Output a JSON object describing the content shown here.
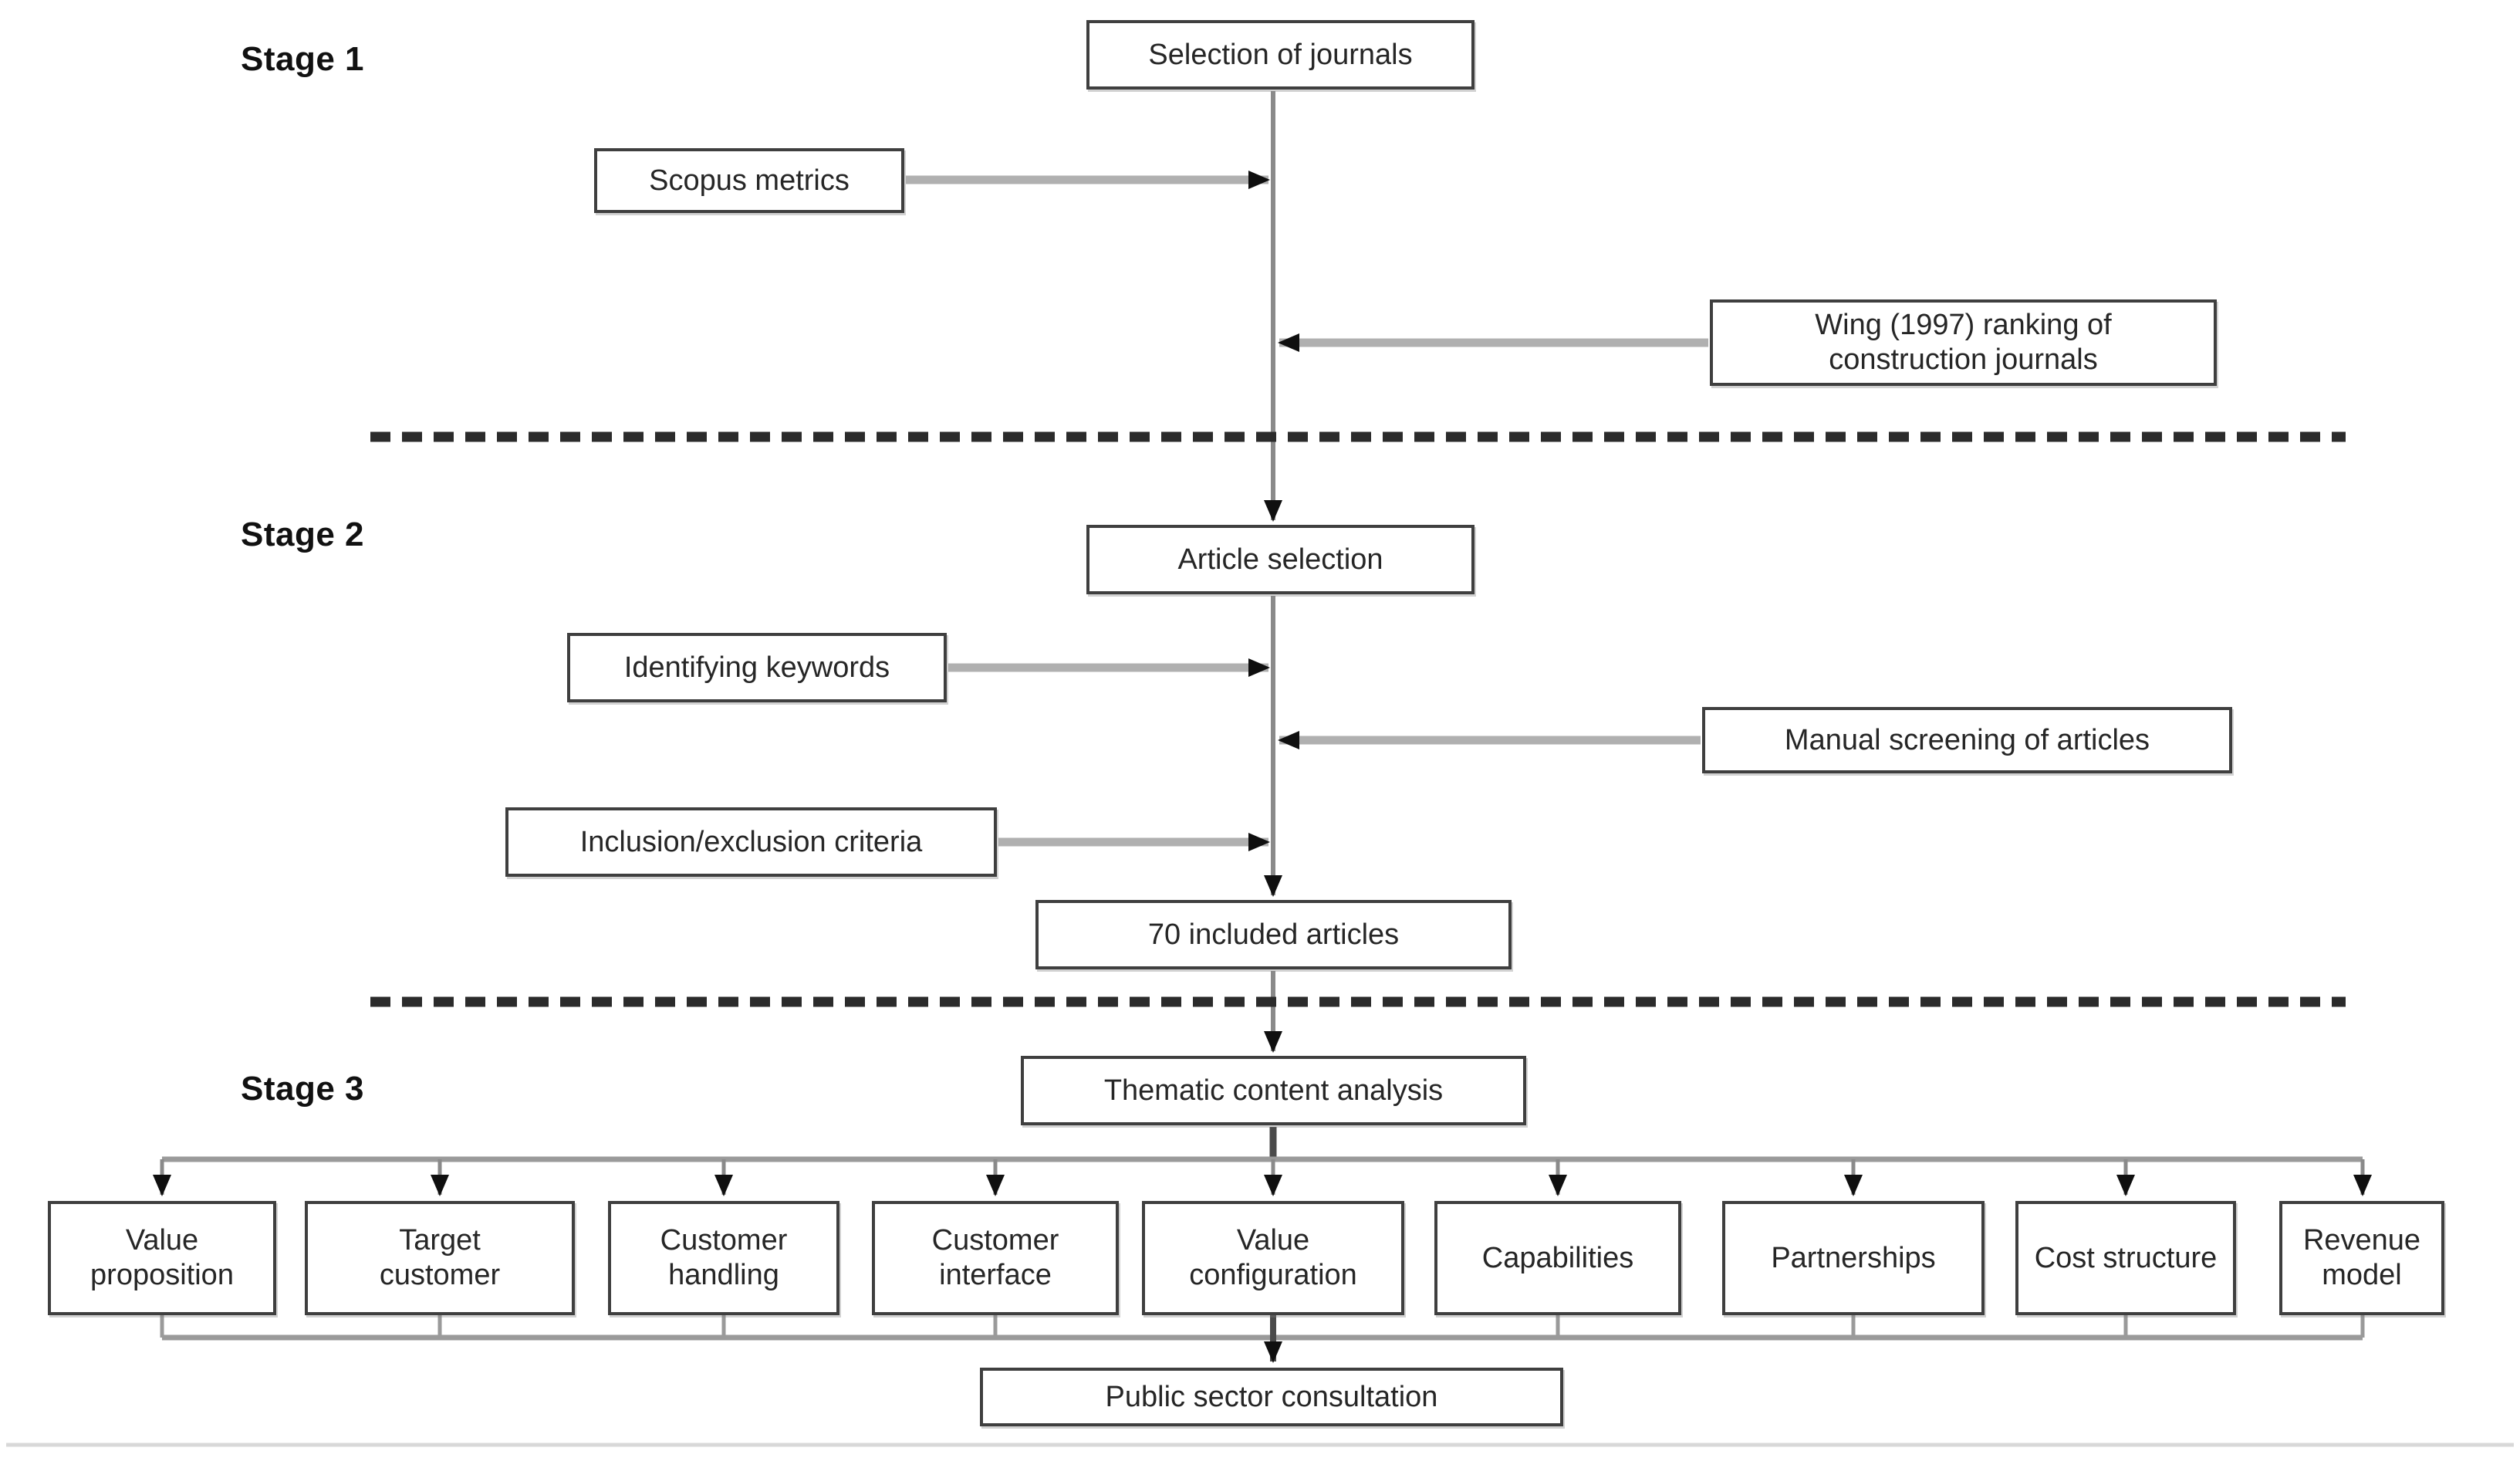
{
  "figure": {
    "stage_labels": [
      "Stage 1",
      "Stage 2",
      "Stage 3"
    ],
    "nodes": {
      "selection_of_journals": "Selection of journals",
      "scopus_metrics": "Scopus metrics",
      "wing_ranking": "Wing (1997) ranking of construction journals",
      "article_selection": "Article selection",
      "identifying_keywords": "Identifying keywords",
      "manual_screening": "Manual screening of articles",
      "inclusion_exclusion_criteria": "Inclusion/exclusion criteria",
      "included_articles": "70 included articles",
      "thematic_content_analysis": "Thematic content analysis",
      "public_sector_consultation": "Public sector consultation"
    },
    "themes": [
      "Value proposition",
      "Target customer",
      "Customer handling",
      "Customer interface",
      "Value configuration",
      "Capabilities",
      "Partnerships",
      "Cost structure",
      "Revenue model"
    ],
    "colors": {
      "box_border": "#3f3f3f",
      "side_connector": "#b0b0b0",
      "spine": "#8a8a8a",
      "arrowhead": "#0f0f0f",
      "dashed_divider": "#2b2b2b",
      "text": "#262626"
    }
  }
}
